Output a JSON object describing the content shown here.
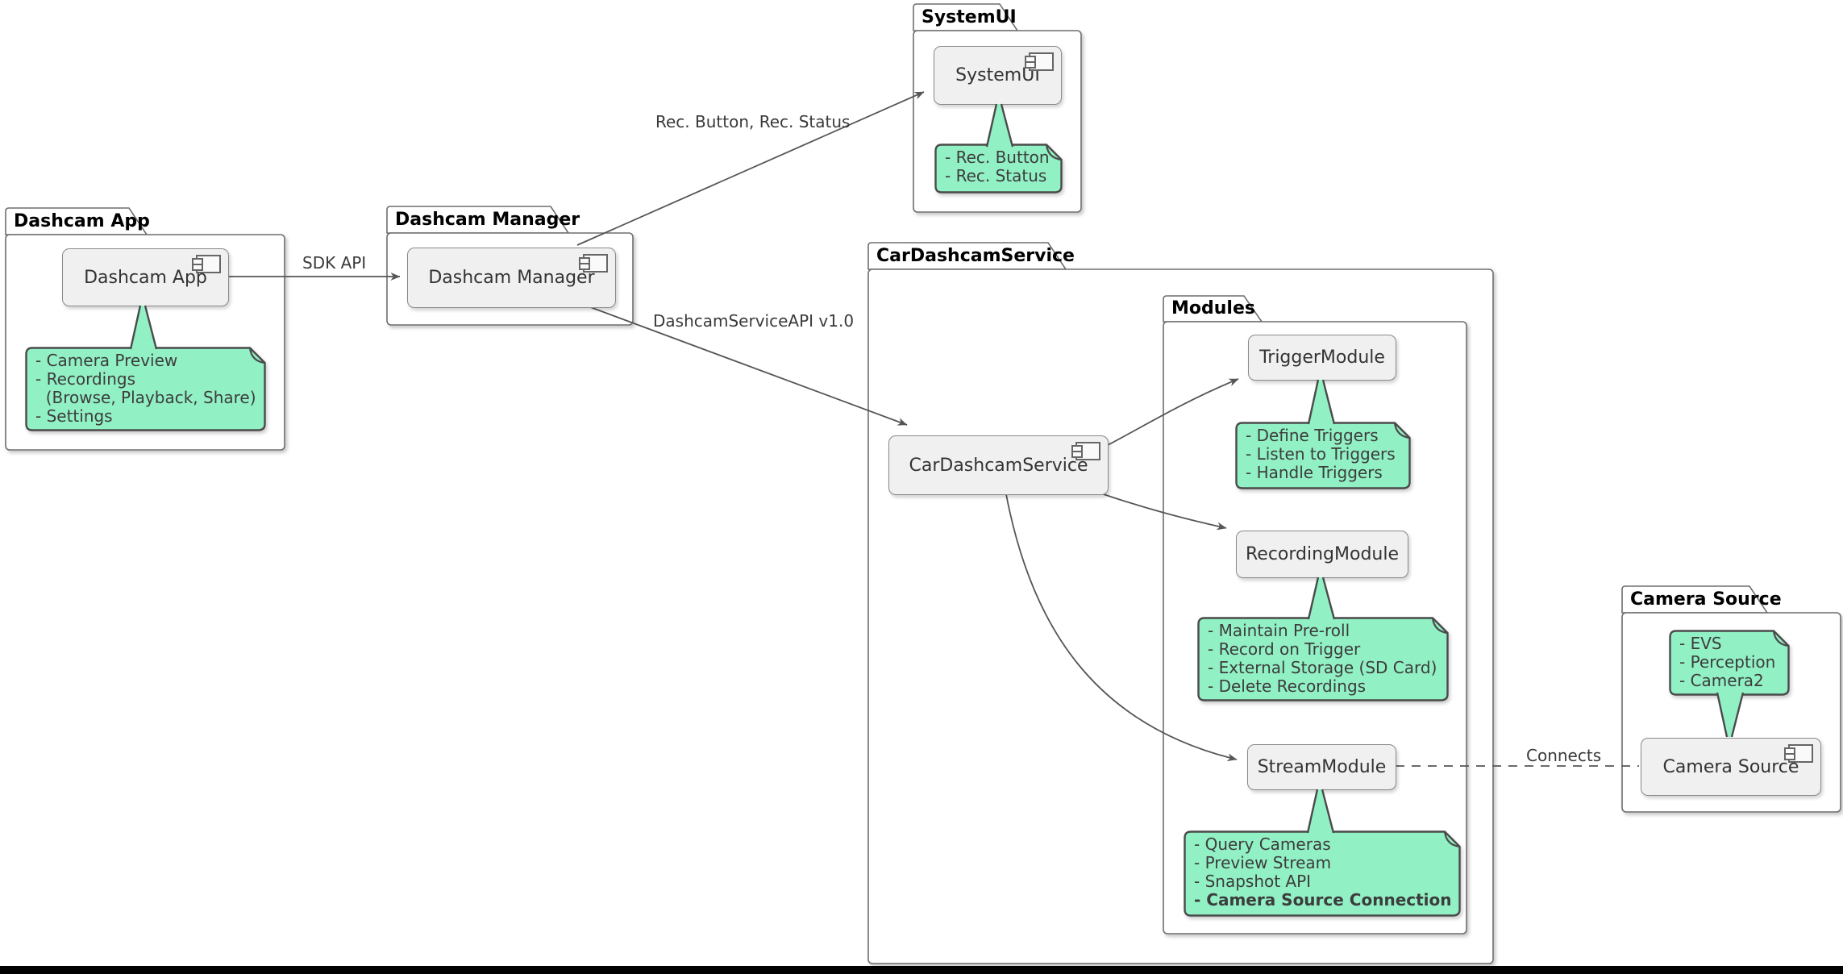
{
  "diagram": {
    "packages": [
      {
        "id": "dashcam-app",
        "title": "Dashcam App"
      },
      {
        "id": "dashcam-manager",
        "title": "Dashcam Manager"
      },
      {
        "id": "systemui",
        "title": "SystemUI"
      },
      {
        "id": "cardashcamservice",
        "title": "CarDashcamService"
      },
      {
        "id": "modules",
        "title": "Modules"
      },
      {
        "id": "camera-source",
        "title": "Camera Source"
      }
    ],
    "components": [
      {
        "id": "dashcam-app",
        "label": "Dashcam App",
        "icon": "component-icon"
      },
      {
        "id": "dashcam-manager",
        "label": "Dashcam Manager",
        "icon": "component-icon"
      },
      {
        "id": "systemui",
        "label": "SystemUI",
        "icon": "component-icon"
      },
      {
        "id": "cardashcamservice",
        "label": "CarDashcamService",
        "icon": "component-icon"
      },
      {
        "id": "trigger-module",
        "label": "TriggerModule"
      },
      {
        "id": "recording-module",
        "label": "RecordingModule"
      },
      {
        "id": "stream-module",
        "label": "StreamModule"
      },
      {
        "id": "camera-source",
        "label": "Camera Source",
        "icon": "component-icon"
      }
    ],
    "notes": [
      {
        "id": "dashcam-app-note",
        "lines": [
          {
            "text": "- Camera Preview",
            "bold": false
          },
          {
            "text": "- Recordings",
            "bold": false
          },
          {
            "text": "  (Browse, Playback, Share)",
            "bold": false
          },
          {
            "text": "- Settings",
            "bold": false
          }
        ]
      },
      {
        "id": "systemui-note",
        "lines": [
          {
            "text": "- Rec. Button",
            "bold": false
          },
          {
            "text": "- Rec. Status",
            "bold": false
          }
        ]
      },
      {
        "id": "trigger-module-note",
        "lines": [
          {
            "text": "- Define Triggers",
            "bold": false
          },
          {
            "text": "- Listen to Triggers",
            "bold": false
          },
          {
            "text": "- Handle Triggers",
            "bold": false
          }
        ]
      },
      {
        "id": "recording-module-note",
        "lines": [
          {
            "text": "- Maintain Pre-roll",
            "bold": false
          },
          {
            "text": "- Record on Trigger",
            "bold": false
          },
          {
            "text": "- External Storage (SD Card)",
            "bold": false
          },
          {
            "text": "- Delete Recordings",
            "bold": false
          }
        ]
      },
      {
        "id": "stream-module-note",
        "lines": [
          {
            "text": "- Query Cameras",
            "bold": false
          },
          {
            "text": "- Preview Stream",
            "bold": false
          },
          {
            "text": "- Snapshot API",
            "bold": false
          },
          {
            "text": "- Camera Source Connection",
            "bold": true
          }
        ]
      },
      {
        "id": "camera-source-note",
        "lines": [
          {
            "text": "- EVS",
            "bold": false
          },
          {
            "text": "- Perception",
            "bold": false
          },
          {
            "text": "- Camera2",
            "bold": false
          }
        ]
      }
    ],
    "edges": [
      {
        "id": "sdk-api",
        "label": "SDK API",
        "style": "solid-arrow"
      },
      {
        "id": "rec-button-status",
        "label": "Rec. Button, Rec. Status",
        "style": "solid-arrow"
      },
      {
        "id": "dashcam-service-api",
        "label": "DashcamServiceAPI v1.0",
        "style": "solid-arrow"
      },
      {
        "id": "trigger-edge",
        "label": "",
        "style": "solid-arrow"
      },
      {
        "id": "recording-edge",
        "label": "",
        "style": "solid-arrow"
      },
      {
        "id": "stream-edge",
        "label": "",
        "style": "solid-arrow"
      },
      {
        "id": "connects",
        "label": "Connects",
        "style": "dashed"
      }
    ],
    "colors": {
      "note_fill": "#92F0C5",
      "note_border": "#4a4a4a",
      "component_fill": "#f0f0f0",
      "component_border": "#8a8a8a",
      "package_border": "#6e6e6e",
      "edge_color": "#565656",
      "bottom_bar": "#000000"
    }
  }
}
